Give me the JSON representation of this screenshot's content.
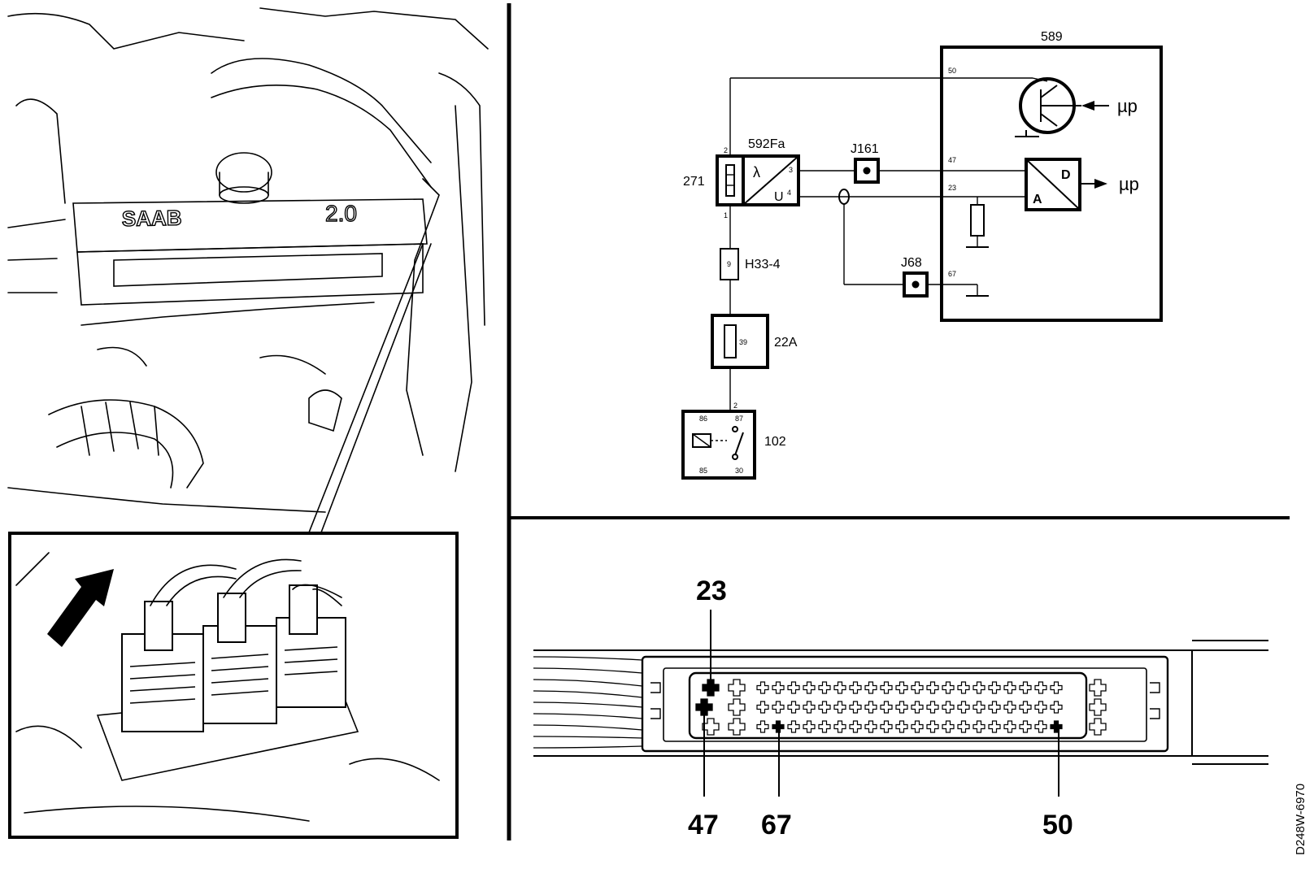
{
  "schematic": {
    "ecu": {
      "ref": "589",
      "pins": {
        "p50": "50",
        "p47": "47",
        "p23": "23",
        "p67": "67"
      },
      "mu_top": "µp",
      "mu_bottom": "µp",
      "converter_d": "D",
      "converter_a": "A"
    },
    "sensor": {
      "ref": "271",
      "pin_top": "2",
      "pin_bottom": "1"
    },
    "probe": {
      "ref": "592Fa",
      "lambda": "λ",
      "u": "U",
      "pin3": "3",
      "pin4": "4"
    },
    "junction_j161": {
      "ref": "J161"
    },
    "junction_j68": {
      "ref": "J68"
    },
    "connector_h33": {
      "ref": "H33-4",
      "pin": "9"
    },
    "fuse_22a": {
      "ref": "22A",
      "pin": "39"
    },
    "relay_102": {
      "ref": "102",
      "pin_top": "2",
      "pins": {
        "p86": "86",
        "p87": "87",
        "p85": "85",
        "p30": "30"
      }
    }
  },
  "connector_view": {
    "callouts": {
      "c23": "23",
      "c47": "47",
      "c67": "67",
      "c50": "50"
    }
  },
  "figure_code": "D248W-6970",
  "engine_view": {
    "badge_brand": "SAAB",
    "badge_model": "2.0"
  }
}
